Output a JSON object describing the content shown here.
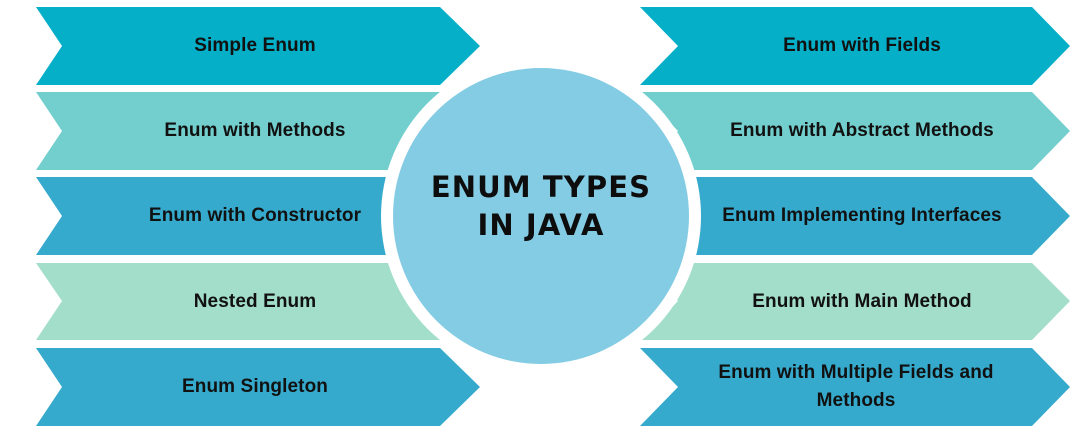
{
  "diagram": {
    "title_line1": "ENUM TYPES",
    "title_line2": "IN JAVA",
    "center_shape": "circle",
    "background_color": "#ffffff",
    "center_circle_color": "#84cce4",
    "text_color": "#111111",
    "left_items": [
      {
        "label": "Simple Enum",
        "color": "#05afc8"
      },
      {
        "label": "Enum with Methods",
        "color": "#73cfce"
      },
      {
        "label": "Enum with Constructor",
        "color": "#35aacd"
      },
      {
        "label": "Nested Enum",
        "color": "#a2dec9"
      },
      {
        "label": "Enum Singleton",
        "color": "#35aacd"
      }
    ],
    "right_items": [
      {
        "label": "Enum with Fields",
        "color": "#05afc8"
      },
      {
        "label": "Enum with Abstract Methods",
        "color": "#73cfce"
      },
      {
        "label": "Enum Implementing Interfaces",
        "color": "#35aacd"
      },
      {
        "label": "Enum with Main Method",
        "color": "#a2dec9"
      },
      {
        "label": "Enum with Multiple Fields and Methods",
        "color": "#35aacd"
      }
    ]
  }
}
